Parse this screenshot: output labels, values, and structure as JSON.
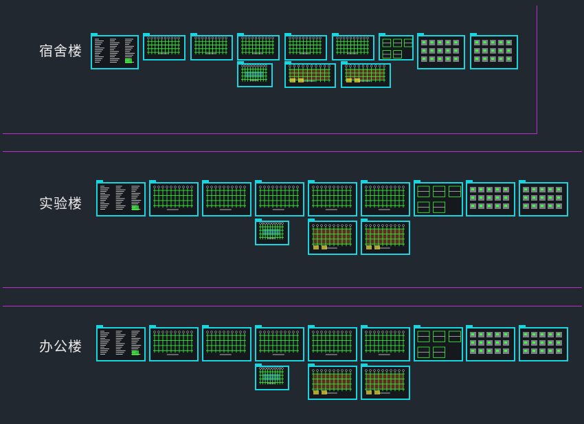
{
  "window": {
    "background": "#212830"
  },
  "colors": {
    "frame": "#18d6e0",
    "divider": "#c02cc8",
    "plan_green": "#3cff3c",
    "text_white": "#e8e8e8",
    "accent_red": "#d84a2a",
    "accent_blue": "#4a9ae8",
    "accent_yellow": "#f0e040"
  },
  "groups": [
    {
      "label": "宿舍楼",
      "sheets": [
        "notes",
        "plan",
        "plan",
        "plan",
        "plan",
        "plan",
        "detail",
        "details-grid",
        "details-grid",
        "colored-plan",
        "plan-red",
        "plan-red"
      ]
    },
    {
      "label": "实验楼",
      "sheets": [
        "notes",
        "plan",
        "plan",
        "plan",
        "plan",
        "plan",
        "detail",
        "details-grid",
        "details-grid",
        "colored-plan",
        "plan-red",
        "plan-red"
      ]
    },
    {
      "label": "办公楼",
      "sheets": [
        "notes",
        "plan",
        "plan",
        "plan",
        "plan",
        "plan",
        "detail",
        "details-grid",
        "details-grid",
        "colored-plan",
        "plan-red",
        "plan-red"
      ]
    }
  ]
}
